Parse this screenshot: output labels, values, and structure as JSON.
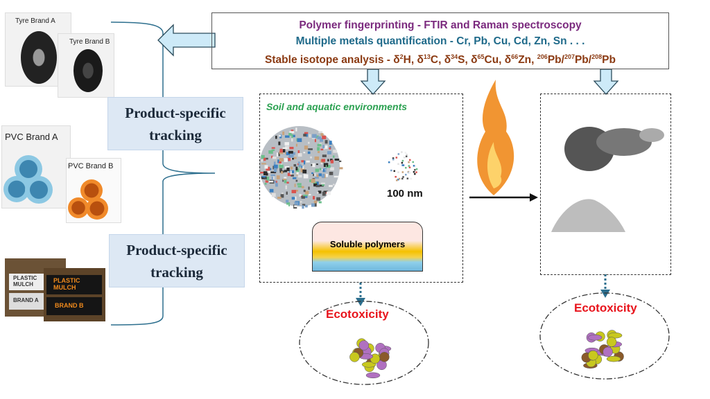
{
  "analysis_box": {
    "line1": "Polymer fingerprinting -  FTIR and Raman spectroscopy",
    "line2": "Multiple metals quantification - Cr, Pb, Cu, Cd, Zn, Sn . . .",
    "line3_prefix": "Stable isotope analysis - ",
    "isotopes": [
      {
        "sym": "δ",
        "sup": "2",
        "el": "H"
      },
      {
        "sym": "δ",
        "sup": "13",
        "el": "C"
      },
      {
        "sym": "δ",
        "sup": "34",
        "el": "S"
      },
      {
        "sym": "δ",
        "sup": "65",
        "el": "Cu"
      },
      {
        "sym": "δ",
        "sup": "66",
        "el": "Zn"
      }
    ],
    "lead_ratio": [
      {
        "sup": "206",
        "el": "Pb"
      },
      {
        "sup": "207",
        "el": "Pb"
      },
      {
        "sup": "208",
        "el": "Pb"
      }
    ]
  },
  "products": {
    "tyre_a": "Tyre Brand A",
    "tyre_b": "Tyre Brand B",
    "pvc_a": "PVC Brand A",
    "pvc_b": "PVC Brand B",
    "mulch_a": {
      "line1": "PLASTIC",
      "line2": "MULCH",
      "line3": "BRAND A"
    },
    "mulch_b": {
      "line1": "PLASTIC",
      "line2": "MULCH",
      "line3": "BRAND B"
    }
  },
  "tracking_labels": [
    "Product-specific tracking",
    "Product-specific tracking"
  ],
  "soil_box": {
    "title": "Soil and aquatic environments",
    "scale_label": "100 nm",
    "soluble_label": "Soluble polymers"
  },
  "ecotoxicity": [
    "Ecotoxicity",
    "Ecotoxicity"
  ],
  "colors": {
    "arrow_fill": "#cdeaf8",
    "arrow_stroke": "#2a4a5a",
    "brace": "#2d6f8e",
    "eco_red": "#e8141c",
    "soil_green": "#2aa050"
  }
}
